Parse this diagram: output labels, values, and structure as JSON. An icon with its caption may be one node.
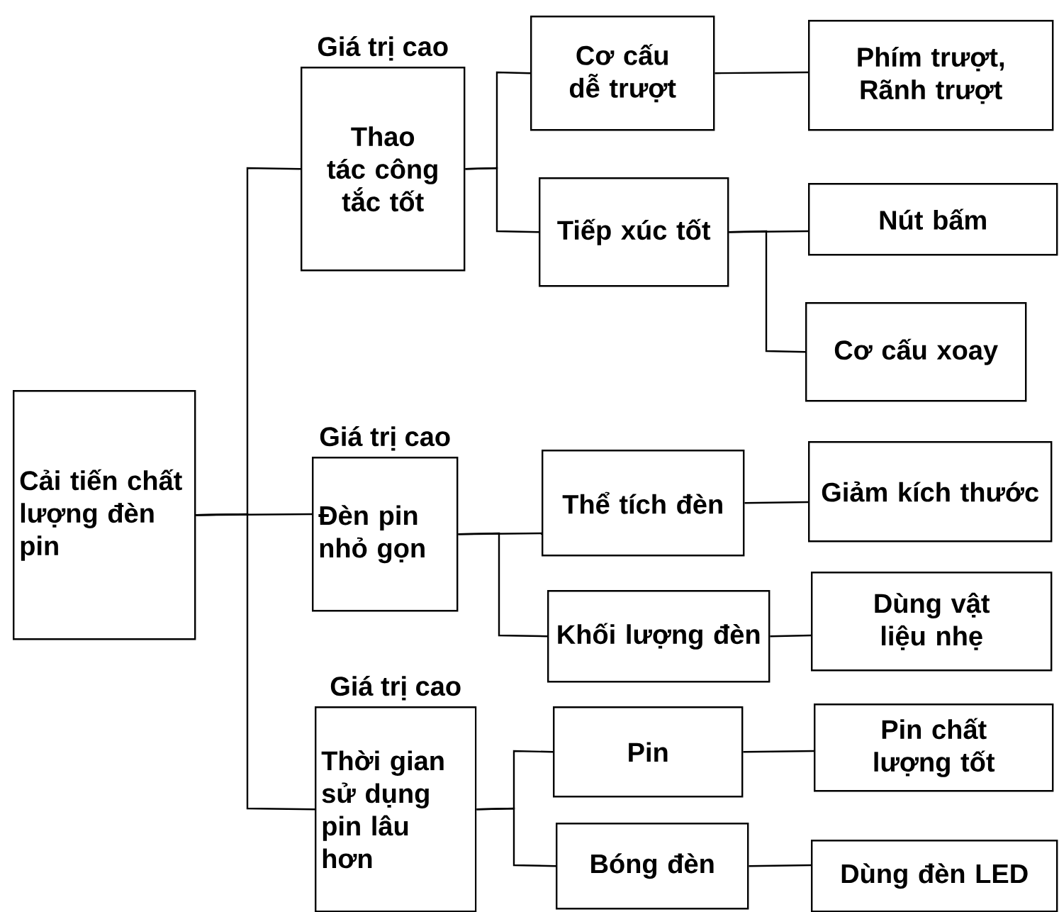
{
  "diagram": {
    "nodes": [
      {
        "text": [
          "Cải tiến chất lượng đèn pin"
        ]
      },
      {
        "text": [
          "Thao tác công tắc tốt"
        ],
        "beside": [
          "Giá trị cao"
        ]
      },
      {
        "text": [
          "Cơ cấu dễ trượt"
        ]
      },
      {
        "text": [
          "Tiếp xúc tốt"
        ]
      },
      {
        "text": [
          "Phím trượt, Rãnh trượt"
        ]
      },
      {
        "text": [
          "Nút  bấm"
        ]
      },
      {
        "text": [
          "Cơ cấu xoay"
        ]
      },
      {
        "text": [
          "Đèn pin nhỏ gọn"
        ],
        "beside": [
          "Giá trị cao"
        ]
      },
      {
        "text": [
          "Thể tích đèn"
        ]
      },
      {
        "text": [
          "Giảm kích thước"
        ]
      },
      {
        "text": [
          "Khối lượng đèn"
        ]
      },
      {
        "text": [
          "Dùng vật liệu nhẹ"
        ]
      },
      {
        "text": [
          "Thời gian sử dụng pin lâu hơn"
        ],
        "beside": [
          "Giá trị cao"
        ]
      },
      {
        "text": [
          "Pin"
        ]
      },
      {
        "text": [
          "Pin chất lượng tốt"
        ]
      },
      {
        "text": [
          "Bóng đèn"
        ]
      },
      {
        "text": [
          "Dùng đèn LED"
        ]
      }
    ],
    "edges": [
      {
        "from": 0,
        "to": 1,
        "arrow": "none"
      },
      {
        "from": 0,
        "to": 7,
        "arrow": "none"
      },
      {
        "from": 0,
        "to": 12,
        "arrow": "none"
      },
      {
        "from": 1,
        "to": 2,
        "arrow": "none"
      },
      {
        "from": 1,
        "to": 3,
        "arrow": "none"
      },
      {
        "from": 2,
        "to": 4,
        "arrow": "none"
      },
      {
        "from": 3,
        "to": 5,
        "arrow": "none"
      },
      {
        "from": 3,
        "to": 6,
        "arrow": "none"
      },
      {
        "from": 7,
        "to": 8,
        "arrow": "none"
      },
      {
        "from": 7,
        "to": 10,
        "arrow": "none"
      },
      {
        "from": 8,
        "to": 9,
        "arrow": "none"
      },
      {
        "from": 10,
        "to": 11,
        "arrow": "none"
      },
      {
        "from": 12,
        "to": 13,
        "arrow": "none"
      },
      {
        "from": 12,
        "to": 15,
        "arrow": "none"
      },
      {
        "from": 13,
        "to": 14,
        "arrow": "none"
      },
      {
        "from": 15,
        "to": 16,
        "arrow": "none"
      }
    ]
  }
}
